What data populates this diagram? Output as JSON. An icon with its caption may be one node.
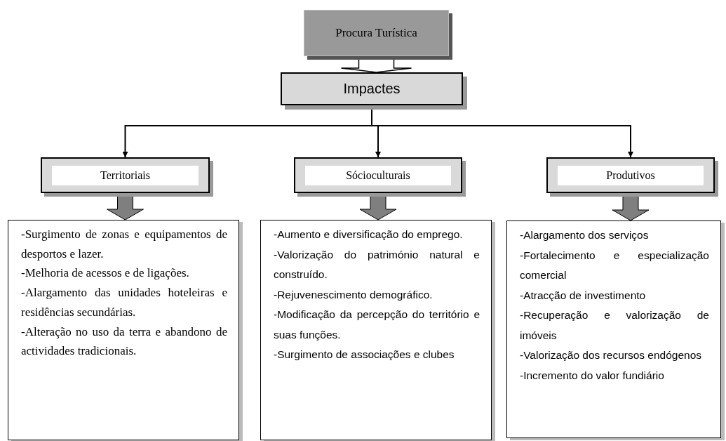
{
  "diagram": {
    "nodes": [
      {
        "text": [
          "Procura Turística"
        ]
      },
      {
        "text": [
          "Impactes"
        ]
      },
      {
        "text": [
          "Territoriais"
        ]
      },
      {
        "text": [
          "Sócioculturais"
        ]
      },
      {
        "text": [
          "Produtivos"
        ]
      },
      {
        "text": [
          "-Surgimento de zonas e equipamentos de desportos e lazer.",
          "-Melhoria de acessos e de ligações.",
          "-Alargamento das unidades hoteleiras e residências secundárias.",
          "-Alteração no uso da terra e abandono de actividades tradicionais."
        ]
      },
      {
        "text": [
          "-Aumento e diversificação do emprego.",
          "-Valorização do património natural e construído.",
          "-Rejuvenescimento demográfico.",
          "-Modificação da percepção do território e suas funções.",
          "-Surgimento de associações e clubes"
        ]
      },
      {
        "text": [
          "-Alargamento dos serviços",
          "-Fortalecimento e especialização comercial",
          "-Atracção de investimento",
          "-Recuperação e valorização de imóveis",
          "-Valorização dos recursos endógenos",
          "-Incremento do valor fundiário"
        ]
      }
    ],
    "edges": [
      {
        "from": 0,
        "to": 1,
        "arrow": "to",
        "style": "thick"
      },
      {
        "from": 1,
        "to": 2,
        "arrow": "to"
      },
      {
        "from": 1,
        "to": 3,
        "arrow": "to"
      },
      {
        "from": 1,
        "to": 4,
        "arrow": "to"
      },
      {
        "from": 2,
        "to": 5,
        "arrow": "to",
        "style": "thick",
        "color": "#7f7f7f"
      },
      {
        "from": 3,
        "to": 6,
        "arrow": "to",
        "style": "thick",
        "color": "#7f7f7f"
      },
      {
        "from": 4,
        "to": 7,
        "arrow": "to",
        "style": "thick",
        "color": "#7f7f7f"
      }
    ]
  }
}
